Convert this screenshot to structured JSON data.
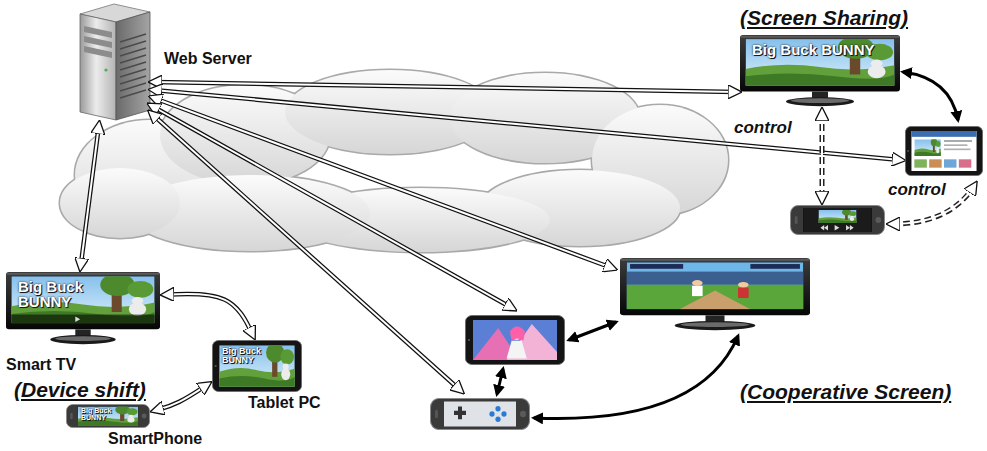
{
  "diagram": {
    "nodes": [
      {
        "text": [
          "Web Server"
        ]
      },
      {
        "text": [
          "Big Buck BUNNY",
          "Smart TV"
        ]
      },
      {
        "text": [
          "Big Buck BUNNY",
          "Tablet PC"
        ]
      },
      {
        "text": [
          "Big Buck BUNNY",
          "SmartPhone"
        ]
      }
    ],
    "edges": [
      {
        "from": 0,
        "to": 1,
        "arrow": "both"
      },
      {
        "from": 1,
        "to": 2,
        "arrow": "both"
      },
      {
        "from": 2,
        "to": 3,
        "arrow": "both"
      }
    ],
    "labels": [
      "(Screen Sharing)",
      "Big Buck BUNNY",
      "control",
      "control",
      "(Device shift)",
      "(Cooperative Screen)"
    ]
  }
}
